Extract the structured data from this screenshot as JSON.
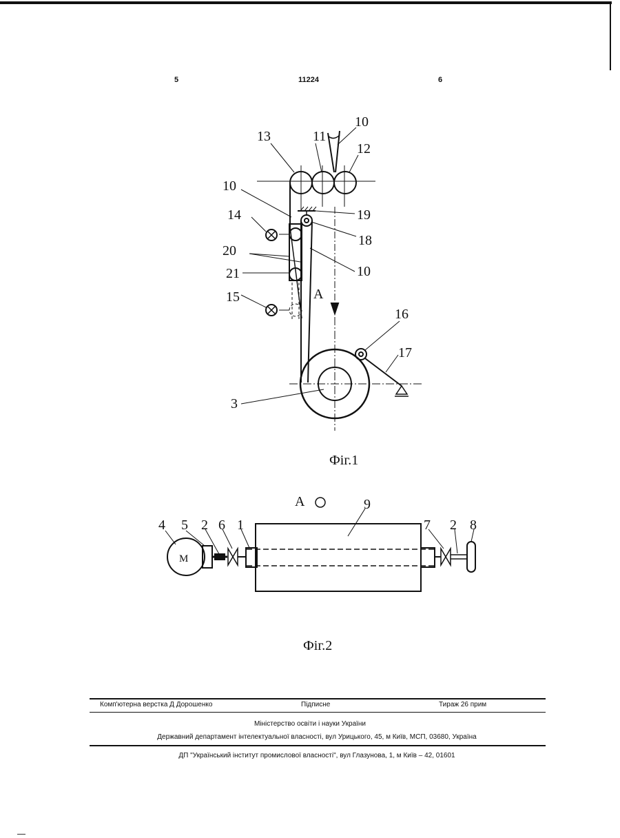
{
  "header": {
    "page_left": "5",
    "patent_number": "11224",
    "page_right": "6"
  },
  "fig1": {
    "labels": {
      "n10a": "10",
      "n13": "13",
      "n11": "11",
      "n12": "12",
      "n10b": "10",
      "n19": "19",
      "n14": "14",
      "n18": "18",
      "n20": "20",
      "n21": "21",
      "n10c": "10",
      "nA": "A",
      "n15": "15",
      "n16": "16",
      "n17": "17",
      "n3": "3"
    },
    "caption": "Фіг.1"
  },
  "fig2": {
    "labels": {
      "nA": "A",
      "n9": "9",
      "n4": "4",
      "n5": "5",
      "n2a": "2",
      "n6": "6",
      "n1": "1",
      "n7": "7",
      "n2b": "2",
      "n8": "8",
      "motor": "M"
    },
    "caption": "Фіг.2"
  },
  "footer": {
    "typesetting": "Комп'ютерна верстка Д  Дорошенко",
    "subscription": "Підписне",
    "circulation": "Тираж 26 прим",
    "ministry": "Міністерство освіти і науки України",
    "department": "Державний департамент інтелектуальної власності, вул  Урицького, 45, м  Київ, МСП, 03680, Україна",
    "publisher": "ДП \"Український інститут промислової власності\", вул  Глазунова, 1, м  Київ – 42, 01601"
  }
}
